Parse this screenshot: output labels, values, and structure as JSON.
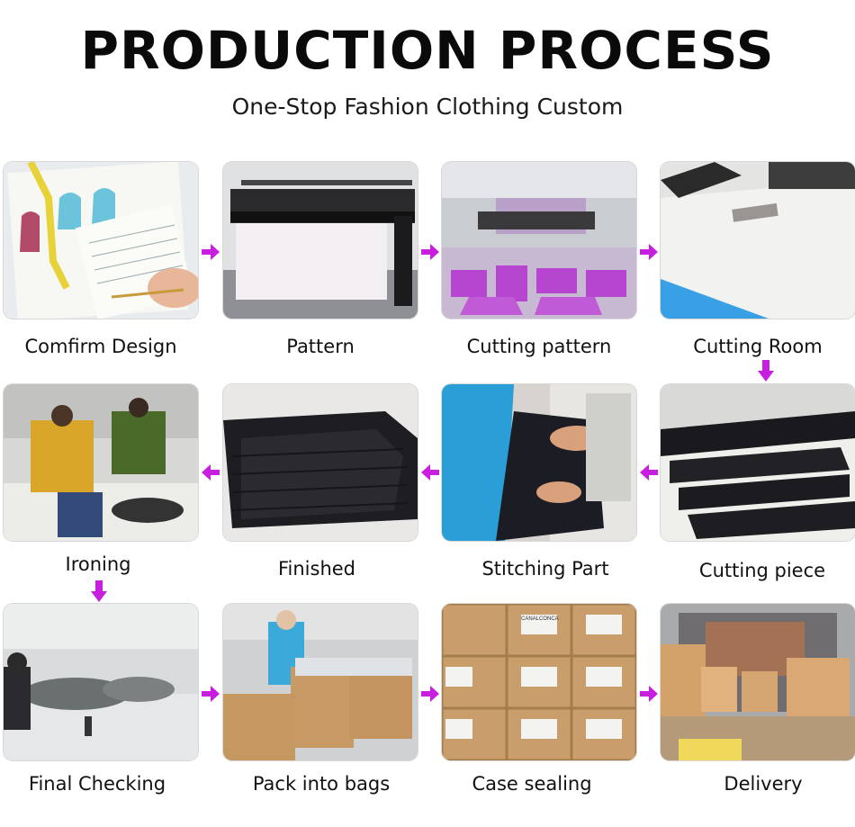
{
  "header": {
    "title": "PRODUCTION PROCESS",
    "subtitle": "One-Stop Fashion Clothing Custom"
  },
  "accent_color": "#c81ee0",
  "steps": [
    {
      "label": "Comfirm Design"
    },
    {
      "label": "Pattern"
    },
    {
      "label": "Cutting pattern"
    },
    {
      "label": "Cutting Room"
    },
    {
      "label": "Cutting piece"
    },
    {
      "label": "Stitching Part"
    },
    {
      "label": "Finished"
    },
    {
      "label": "Ironing"
    },
    {
      "label": "Final Checking"
    },
    {
      "label": "Pack into bags"
    },
    {
      "label": "Case sealing"
    },
    {
      "label": "Delivery"
    }
  ],
  "box_print": "CANALCONCA"
}
